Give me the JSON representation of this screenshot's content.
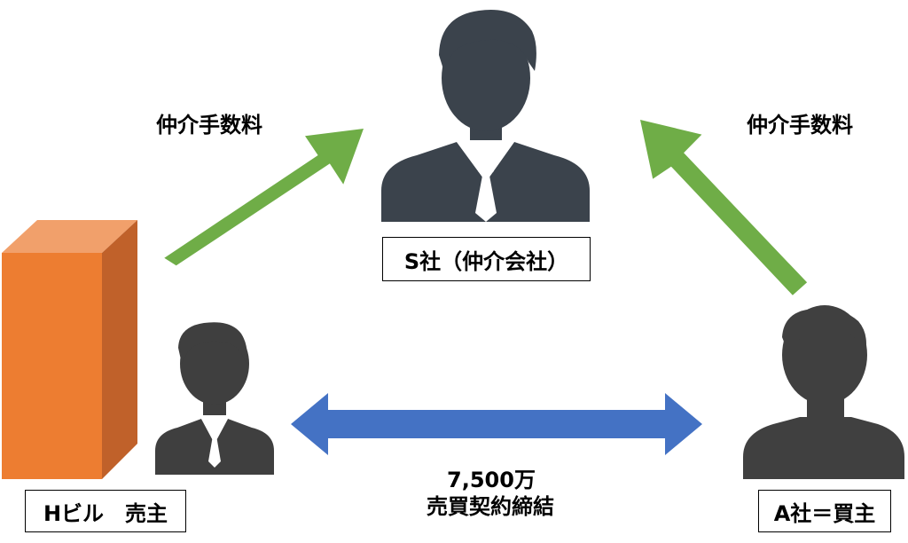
{
  "labels": {
    "fee_left": "仲介手数料",
    "fee_right": "仲介手数料",
    "broker": "S社（仲介会社）",
    "seller": "Hビル　売主",
    "buyer": "A社＝買主",
    "price": "7,500万",
    "contract": "売買契約締結"
  },
  "colors": {
    "fee_arrow": "#6fad47",
    "contract_arrow": "#4472c4",
    "building_front": "#ed7d31",
    "building_top": "#f1a06b",
    "building_side": "#c0612a",
    "person_broker": "#3b434c",
    "person_seller": "#3f3f3f",
    "person_buyer": "#404040"
  },
  "icons": {
    "broker": "businessman-with-tie-icon",
    "seller": "businessman-icon",
    "buyer": "person-silhouette-icon",
    "building": "building-block-icon"
  }
}
